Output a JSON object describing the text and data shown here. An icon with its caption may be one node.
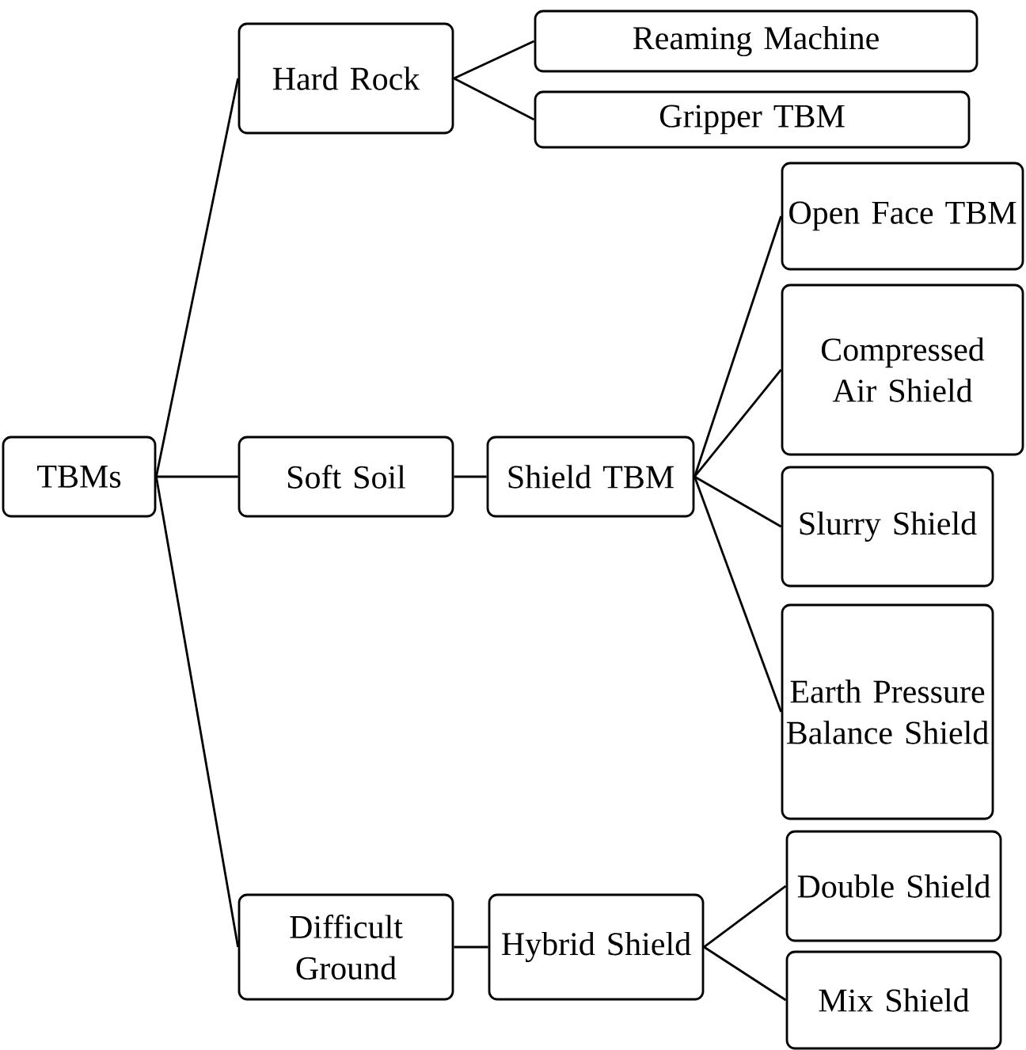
{
  "diagram": {
    "nodes": [
      {
        "text": [
          "TBMs"
        ]
      },
      {
        "text": [
          "Hard Rock"
        ]
      },
      {
        "text": [
          "Reaming Machine"
        ]
      },
      {
        "text": [
          "Gripper TBM"
        ]
      },
      {
        "text": [
          "Soft Soil"
        ]
      },
      {
        "text": [
          "Shield TBM"
        ]
      },
      {
        "text": [
          "Open Face TBM"
        ]
      },
      {
        "text": [
          "Compressed Air Shield"
        ]
      },
      {
        "text": [
          "Slurry Shield"
        ]
      },
      {
        "text": [
          "Earth Pressure Balance Shield"
        ]
      },
      {
        "text": [
          "Difficult Ground"
        ]
      },
      {
        "text": [
          "Hybrid Shield"
        ]
      },
      {
        "text": [
          "Double Shield"
        ]
      },
      {
        "text": [
          "Mix Shield"
        ]
      }
    ],
    "edges": [
      {
        "from": 0,
        "to": 1,
        "arrow": "none"
      },
      {
        "from": 0,
        "to": 4,
        "arrow": "none"
      },
      {
        "from": 0,
        "to": 10,
        "arrow": "none"
      },
      {
        "from": 1,
        "to": 2,
        "arrow": "none"
      },
      {
        "from": 1,
        "to": 3,
        "arrow": "none"
      },
      {
        "from": 4,
        "to": 5,
        "arrow": "none"
      },
      {
        "from": 5,
        "to": 6,
        "arrow": "none"
      },
      {
        "from": 5,
        "to": 7,
        "arrow": "none"
      },
      {
        "from": 5,
        "to": 8,
        "arrow": "none"
      },
      {
        "from": 5,
        "to": 9,
        "arrow": "none"
      },
      {
        "from": 10,
        "to": 11,
        "arrow": "none"
      },
      {
        "from": 11,
        "to": 12,
        "arrow": "none"
      },
      {
        "from": 11,
        "to": 13,
        "arrow": "none"
      }
    ]
  }
}
